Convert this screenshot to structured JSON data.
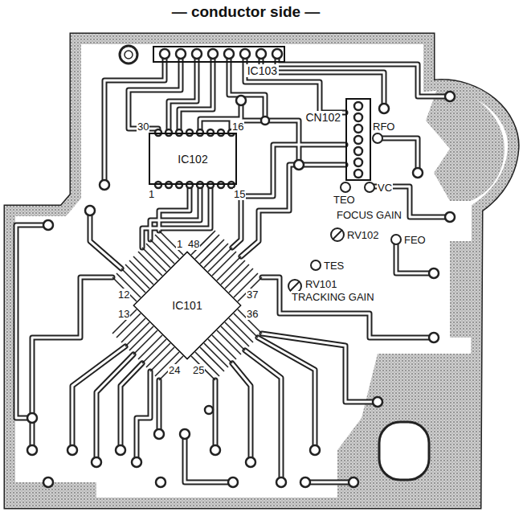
{
  "diagram": {
    "title": "— conductor side —",
    "nodes": [
      {
        "text": [
          "IC103"
        ]
      },
      {
        "text": [
          "CN102"
        ]
      },
      {
        "text": [
          "IC102"
        ]
      },
      {
        "text": [
          "IC101"
        ]
      }
    ],
    "labels": [
      "30",
      "16",
      "1",
      "15",
      "RFO",
      "TEO",
      "VC",
      "FOCUS GAIN",
      "RV102",
      "FEO",
      "TES",
      "RV101",
      "TRACKING GAIN",
      "1",
      "48",
      "12",
      "13",
      "37",
      "36",
      "24",
      "25"
    ]
  }
}
